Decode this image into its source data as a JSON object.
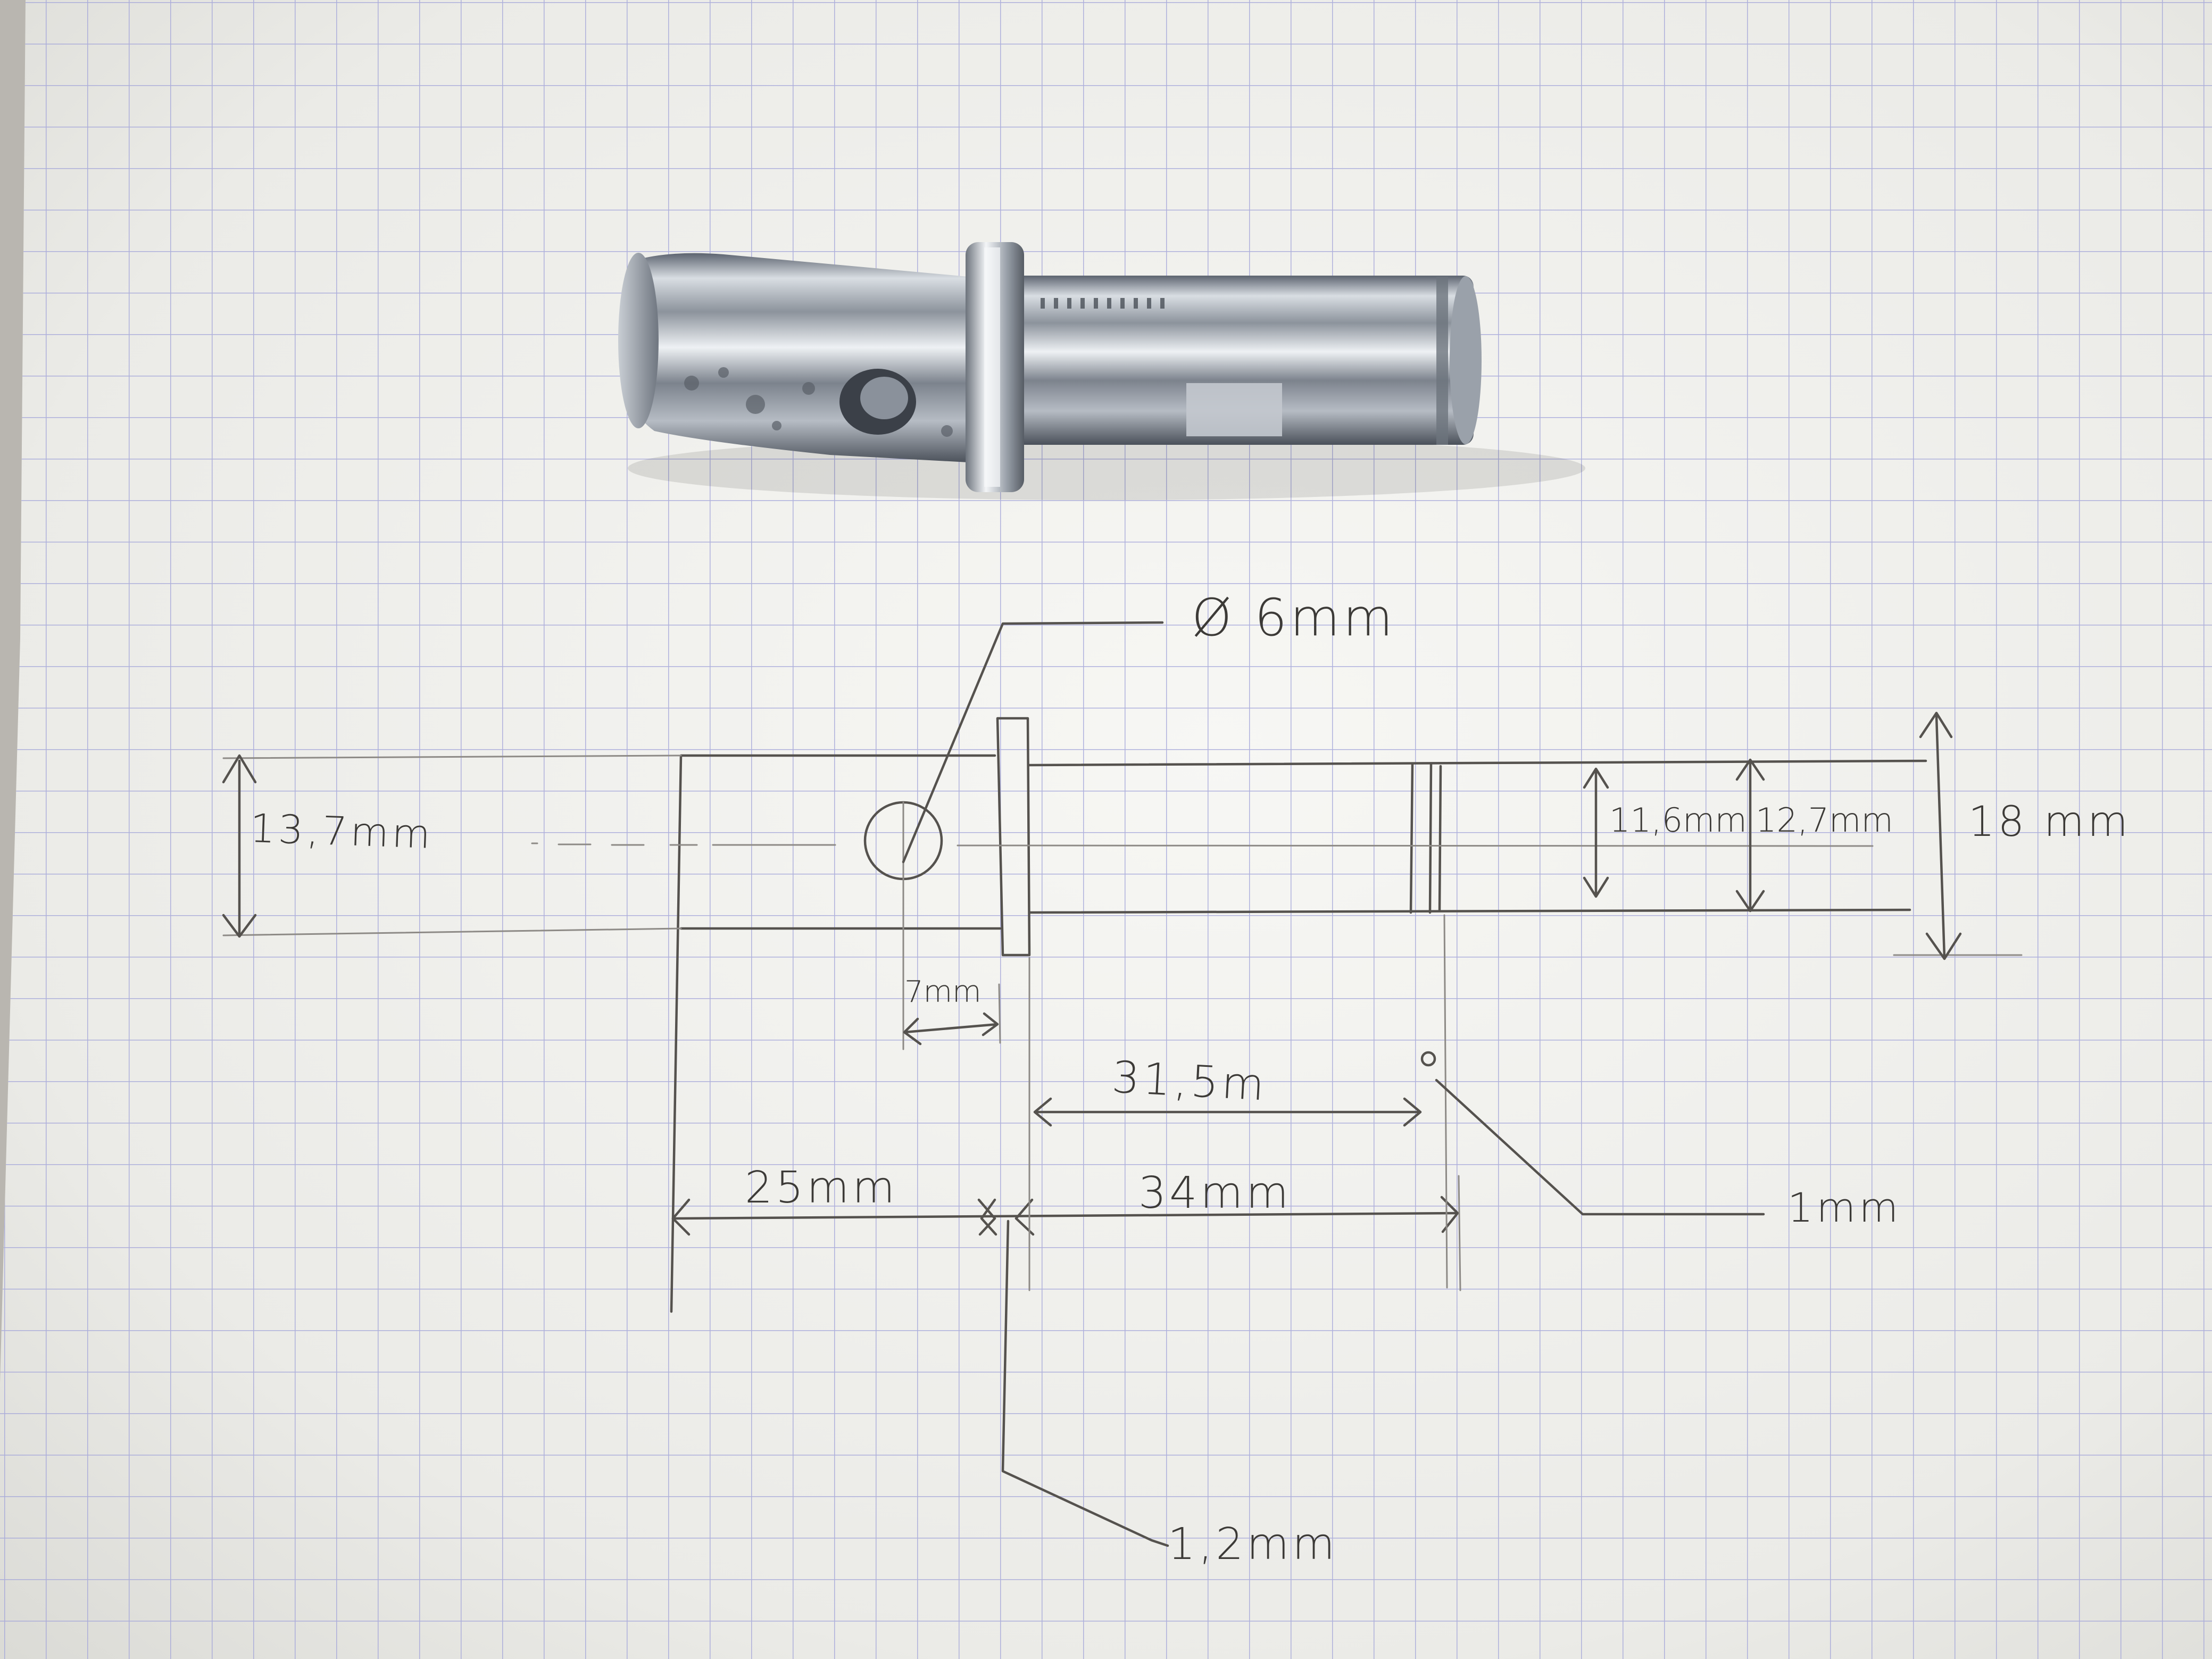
{
  "annotations": {
    "hole_diameter": "Ø 6mm",
    "height_left": "13,7mm",
    "inner_diameter_1": "11,6mm",
    "inner_diameter_2": "12,7mm",
    "collar_diameter": "18 mm",
    "hole_offset": "7mm",
    "groove_position": "31,5m",
    "length_left": "25mm",
    "length_right": "34mm",
    "groove_width": "1mm",
    "collar_width": "1,2mm"
  },
  "colors": {
    "paper": "#f2f2ef",
    "grid": "#a3a5d9",
    "pencil": "#55524e",
    "background": "#b9b6b0",
    "metal": "#a9b0b8"
  },
  "objects": {
    "photo_subject": "zinc-plated-steel-pin"
  }
}
